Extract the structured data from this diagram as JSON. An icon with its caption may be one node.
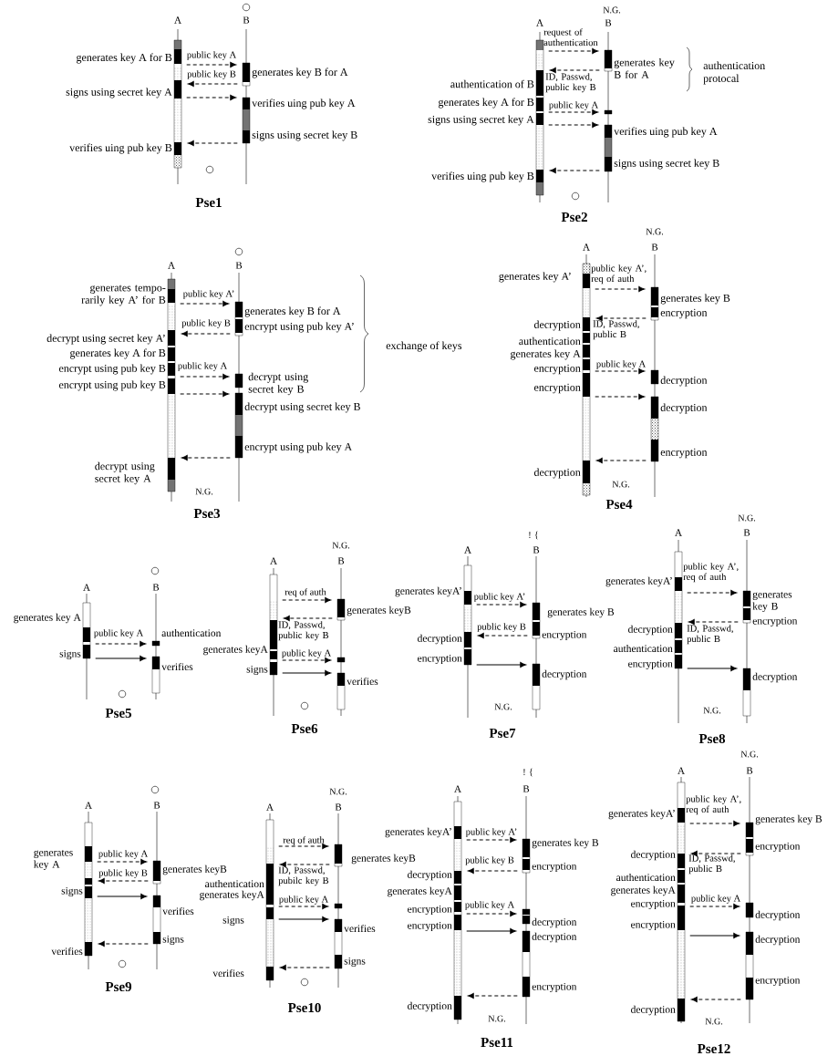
{
  "diagram": {
    "nodes": [
      {
        "text": [
          "A"
        ],
        "beside": [
          "generates key A for B",
          "signs using secret key A",
          "verifies uing pub key B"
        ]
      },
      {
        "text": [
          "B"
        ],
        "beside": [
          "generates key B for A",
          "verifies uing pub key A",
          "signs using secret key B"
        ]
      },
      {
        "text": [
          "A"
        ],
        "beside": [
          "authentication of B",
          "generates key A for B",
          "signs using secret key A",
          "verifies uing pub key B"
        ]
      },
      {
        "text": [
          "B"
        ],
        "beside": [
          "generates key B for A",
          "verifies uing pub key A",
          "signs using secret key B"
        ]
      },
      {
        "text": [
          "A"
        ],
        "beside": [
          "generates tempo- rarily key A’ for B",
          "decrypt using secret key A’",
          "generates key A for B",
          "encrypt using pub key B",
          "encrypt using pub key B",
          "decrypt using secret key A"
        ]
      },
      {
        "text": [
          "B"
        ],
        "beside": [
          "generates key B for A",
          "encrypt using pub key A’",
          "decrypt using secret key B",
          "decrypt using secret key B",
          "encrypt using pub key A"
        ]
      },
      {
        "text": [
          "A"
        ],
        "beside": [
          "generates key A’",
          "decryption",
          "authentication",
          "generates key A",
          "encryption",
          "encryption",
          "decryption"
        ]
      },
      {
        "text": [
          "B"
        ],
        "beside": [
          "generates key B",
          "encryption",
          "decryption",
          "decryption",
          "encryption"
        ]
      },
      {
        "text": [
          "A"
        ],
        "beside": [
          "generates key A",
          "signs"
        ]
      },
      {
        "text": [
          "B"
        ],
        "beside": [
          "authentication",
          "verifies"
        ]
      },
      {
        "text": [
          "A"
        ],
        "beside": [
          "generates keyA",
          "signs"
        ]
      },
      {
        "text": [
          "B"
        ],
        "beside": [
          "generates keyB",
          "verifies"
        ]
      },
      {
        "text": [
          "A"
        ],
        "beside": [
          "generates keyA’",
          "decryption",
          "encryption"
        ]
      },
      {
        "text": [
          "B"
        ],
        "beside": [
          "generates key B",
          "encryption",
          "decryption"
        ]
      },
      {
        "text": [
          "A"
        ],
        "beside": [
          "generates keyA’",
          "decryption",
          "authentication",
          "encryption"
        ]
      },
      {
        "text": [
          "B"
        ],
        "beside": [
          "generates key B",
          "encryption",
          "decryption"
        ]
      },
      {
        "text": [
          "A"
        ],
        "beside": [
          "generates key A",
          "signs",
          "verifies"
        ]
      },
      {
        "text": [
          "B"
        ],
        "beside": [
          "generates keyB",
          "verifies",
          "signs"
        ]
      },
      {
        "text": [
          "A"
        ],
        "beside": [
          "authentication",
          "generates keyA",
          "signs",
          "verifies"
        ]
      },
      {
        "text": [
          "B"
        ],
        "beside": [
          "generates keyB",
          "verifies",
          "signs"
        ]
      },
      {
        "text": [
          "A"
        ],
        "beside": [
          "generates keyA’",
          "decryption",
          "generates keyA",
          "encryption",
          "encryption",
          "decryption"
        ]
      },
      {
        "text": [
          "B"
        ],
        "beside": [
          "generates key B",
          "encryption",
          "decryption",
          "decryption",
          "encryption"
        ]
      },
      {
        "text": [
          "A"
        ],
        "beside": [
          "generates keyA’",
          "decryption",
          "authentication",
          "generates keyA",
          "encryption",
          "encryption",
          "decryption"
        ]
      },
      {
        "text": [
          "B"
        ],
        "beside": [
          "generates key B",
          "encryption",
          "decryption",
          "decryption",
          "encryption"
        ]
      }
    ],
    "edges": [
      {
        "from": 0,
        "to": 1,
        "arrow": "to",
        "label": "public key A",
        "style": "dashed"
      },
      {
        "from": 1,
        "to": 0,
        "arrow": "to",
        "label": "public key B",
        "style": "dashed"
      },
      {
        "from": 0,
        "to": 1,
        "arrow": "to",
        "style": "dashed"
      },
      {
        "from": 1,
        "to": 0,
        "arrow": "to",
        "style": "dashed"
      },
      {
        "from": 2,
        "to": 3,
        "arrow": "to",
        "label": "request of authentication",
        "style": "dashed"
      },
      {
        "from": 3,
        "to": 2,
        "arrow": "to",
        "label": "ID, Passwd, public key B",
        "style": "dashed"
      },
      {
        "from": 2,
        "to": 3,
        "arrow": "to",
        "label": "public key A",
        "style": "dashed"
      },
      {
        "from": 2,
        "to": 3,
        "arrow": "to",
        "style": "dashed"
      },
      {
        "from": 3,
        "to": 2,
        "arrow": "to",
        "style": "dashed"
      },
      {
        "from": 4,
        "to": 5,
        "arrow": "to",
        "label": "public key A’",
        "style": "dashed"
      },
      {
        "from": 5,
        "to": 4,
        "arrow": "to",
        "label": "public key B",
        "style": "dashed"
      },
      {
        "from": 4,
        "to": 5,
        "arrow": "to",
        "label": "public key A",
        "style": "dashed"
      },
      {
        "from": 4,
        "to": 5,
        "arrow": "to",
        "style": "dashed"
      },
      {
        "from": 5,
        "to": 4,
        "arrow": "to",
        "style": "dashed"
      },
      {
        "from": 6,
        "to": 7,
        "arrow": "to",
        "label": "public key A’, req of auth",
        "style": "dashed"
      },
      {
        "from": 7,
        "to": 6,
        "arrow": "to",
        "label": "ID, Passwd, public B",
        "style": "dashed"
      },
      {
        "from": 6,
        "to": 7,
        "arrow": "to",
        "label": "public key A",
        "style": "dashed"
      },
      {
        "from": 6,
        "to": 7,
        "arrow": "to",
        "style": "dashed"
      },
      {
        "from": 7,
        "to": 6,
        "arrow": "to",
        "style": "dashed"
      },
      {
        "from": 8,
        "to": 9,
        "arrow": "to",
        "label": "public key A",
        "style": "dashed"
      },
      {
        "from": 8,
        "to": 9,
        "arrow": "to"
      },
      {
        "from": 10,
        "to": 11,
        "arrow": "to",
        "label": "req of auth",
        "style": "dashed"
      },
      {
        "from": 11,
        "to": 10,
        "arrow": "to",
        "label": "ID, Passwd, public key B",
        "style": "dashed"
      },
      {
        "from": 10,
        "to": 11,
        "arrow": "to",
        "label": "public key A",
        "style": "dashed"
      },
      {
        "from": 10,
        "to": 11,
        "arrow": "to"
      },
      {
        "from": 12,
        "to": 13,
        "arrow": "to",
        "label": "public key A’",
        "style": "dashed"
      },
      {
        "from": 13,
        "to": 12,
        "arrow": "to",
        "label": "public key B",
        "style": "dashed"
      },
      {
        "from": 12,
        "to": 13,
        "arrow": "to"
      },
      {
        "from": 14,
        "to": 15,
        "arrow": "to",
        "label": "public key A’, req of auth",
        "style": "dashed"
      },
      {
        "from": 15,
        "to": 14,
        "arrow": "to",
        "label": "ID, Passwd, public B",
        "style": "dashed"
      },
      {
        "from": 14,
        "to": 15,
        "arrow": "to"
      },
      {
        "from": 16,
        "to": 17,
        "arrow": "to",
        "label": "public key A",
        "style": "dashed"
      },
      {
        "from": 17,
        "to": 16,
        "arrow": "to",
        "label": "public key B",
        "style": "dashed"
      },
      {
        "from": 16,
        "to": 17,
        "arrow": "to"
      },
      {
        "from": 17,
        "to": 16,
        "arrow": "to",
        "style": "dashed"
      },
      {
        "from": 18,
        "to": 19,
        "arrow": "to",
        "label": "req of auth",
        "style": "dashed"
      },
      {
        "from": 19,
        "to": 18,
        "arrow": "to",
        "label": "ID, Passwd, pubilc key B",
        "style": "dashed"
      },
      {
        "from": 18,
        "to": 19,
        "arrow": "to",
        "label": "public key A",
        "style": "dashed"
      },
      {
        "from": 18,
        "to": 19,
        "arrow": "to"
      },
      {
        "from": 19,
        "to": 18,
        "arrow": "to",
        "style": "dashed"
      },
      {
        "from": 20,
        "to": 21,
        "arrow": "to",
        "label": "public key A’",
        "style": "dashed"
      },
      {
        "from": 21,
        "to": 20,
        "arrow": "to",
        "label": "public key B",
        "style": "dashed"
      },
      {
        "from": 20,
        "to": 21,
        "arrow": "to",
        "label": "public key A",
        "style": "dashed"
      },
      {
        "from": 20,
        "to": 21,
        "arrow": "to"
      },
      {
        "from": 21,
        "to": 20,
        "arrow": "to",
        "style": "dashed"
      },
      {
        "from": 22,
        "to": 23,
        "arrow": "to",
        "label": "public key A’, req of auth",
        "style": "dashed"
      },
      {
        "from": 23,
        "to": 22,
        "arrow": "to",
        "label": "ID, Passwd, public B",
        "style": "dashed"
      },
      {
        "from": 22,
        "to": 23,
        "arrow": "to",
        "label": "public key A",
        "style": "dashed"
      },
      {
        "from": 22,
        "to": 23,
        "arrow": "to"
      },
      {
        "from": 23,
        "to": 22,
        "arrow": "to",
        "style": "dashed"
      }
    ],
    "labels": [
      "N.G.",
      "authentication protocal",
      "Pse1",
      "Pse2",
      "N.G.",
      "exchange of keys",
      "N.G.",
      "N.G.",
      "Pse3",
      "Pse4",
      "N.G.",
      "N.G.",
      "! {",
      "N.G.",
      "N.G.",
      "Pse5",
      "Pse6",
      "Pse7",
      "Pse8",
      "N.G.",
      "N.G.",
      "! {",
      "N.G.",
      "N.G.",
      "Pse9",
      "Pse10",
      "Pse11",
      "Pse12"
    ]
  }
}
